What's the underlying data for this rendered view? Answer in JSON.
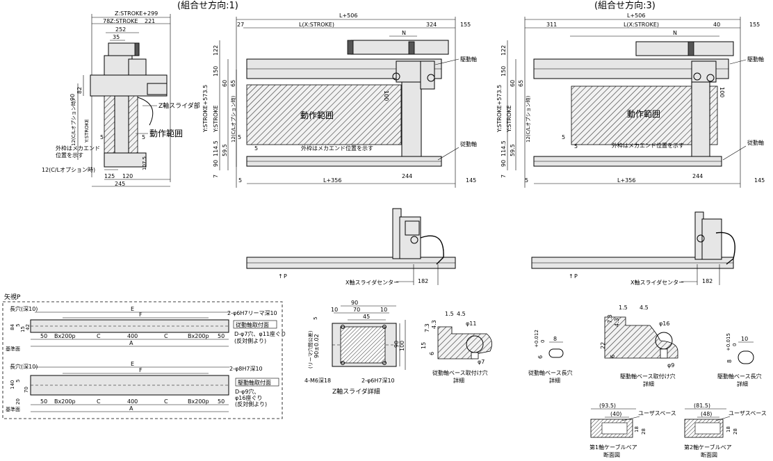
{
  "view_titles": {
    "dir1": "(組合せ方向:1)",
    "dir3": "(組合せ方向:3)"
  },
  "left_view": {
    "dims_top": [
      "Z:STROKE+299",
      "78Z:STROKE",
      "221",
      "252",
      "35"
    ],
    "dims_side": [
      "90",
      "82",
      "12(C/Lオプション時)",
      "Y:STROKE",
      "5",
      "107.5"
    ],
    "dims_bottom": [
      "125",
      "120",
      "245"
    ],
    "notes": [
      "Z軸スライダ部",
      "動作範囲",
      "外枠はメカエンド",
      "位置を示す",
      "12(C/Lオプション時)"
    ]
  },
  "dir1_view": {
    "dims_top": [
      "L+506",
      "27",
      "L(X:STROKE)",
      "324",
      "155",
      "N"
    ],
    "dims_left": [
      "122",
      "150",
      "Y:STROKE+573.5",
      "Y:STROKE",
      "60",
      "65",
      "12(C/Lオプション時)",
      "5",
      "114.5",
      "59.5",
      "90",
      "7",
      "100"
    ],
    "dims_bottom": [
      "5",
      "L+356",
      "244",
      "145",
      "5",
      "5"
    ],
    "labels": [
      "駆動軸",
      "動作範囲",
      "外枠はメカエンド位置を示す",
      "従動軸"
    ]
  },
  "dir3_view": {
    "dims_top": [
      "L+506",
      "311",
      "L(X:STROKE)",
      "40",
      "155",
      "N"
    ],
    "dims_left": [
      "122",
      "150",
      "Y:STROKE+573.5",
      "Y:STROKE",
      "60",
      "65",
      "12(C/Lオプション時)",
      "5",
      "114.5",
      "59.5",
      "90",
      "7",
      "100"
    ],
    "dims_bottom": [
      "5",
      "L+356",
      "244",
      "145",
      "5",
      "5"
    ],
    "labels": [
      "駆動軸",
      "動作範囲",
      "外枠はメカエンド位置を示す",
      "従動軸"
    ]
  },
  "front_views": {
    "left": {
      "arrow": "P",
      "label": "X軸スライダセンター",
      "dim": "182"
    },
    "right": {
      "arrow": "P",
      "label": "X軸スライダセンター",
      "dim": "182"
    }
  },
  "arrow_view": {
    "title": "矢視P",
    "upper": {
      "labels": [
        "長穴(深10)",
        "E",
        "F",
        "2-φ6H7リーマ深10",
        "従動軸取付面",
        "D-φ7穴、φ11座ぐり",
        "(反対側より)",
        "基準面"
      ],
      "dims": [
        "84",
        "5",
        "15",
        "42",
        "50",
        "Bx200p",
        "C",
        "400",
        "C",
        "Bx200p",
        "50",
        "A"
      ]
    },
    "lower": {
      "labels": [
        "長穴(深10)",
        "E",
        "F",
        "2-φ8H7深10",
        "駆動軸取付面",
        "D-φ9穴、",
        "φ16座ぐり",
        "(反対側より)",
        "基準面"
      ],
      "dims": [
        "140",
        "5",
        "20",
        "70",
        "50",
        "Bx200p",
        "C",
        "400",
        "C",
        "Bx200p",
        "50",
        "A"
      ]
    }
  },
  "z_slider_detail": {
    "dims": [
      "90",
      "70",
      "45",
      "10",
      "10",
      "5",
      "90",
      "100",
      "90±0.02",
      "(リーマ穴間公差)"
    ],
    "labels": [
      "4-M6深18",
      "2-φ6H7深10",
      "Z軸スライダ詳細"
    ]
  },
  "driven_base_hole": {
    "dims": [
      "1.5",
      "4.5",
      "7.3",
      "4.3",
      "φ11",
      "15",
      "6",
      "φ7"
    ],
    "caption": [
      "従動軸ベース取付け穴",
      "詳細"
    ]
  },
  "driven_slot": {
    "dims": [
      "8",
      "6",
      "+0.012",
      "0"
    ],
    "caption": [
      "従動軸ベース長穴",
      "詳細"
    ]
  },
  "drive_base_hole": {
    "dims": [
      "1.5",
      "4.5",
      "7.3",
      "4.3",
      "φ16",
      "22",
      "6",
      "φ9"
    ],
    "caption": [
      "駆動軸ベース取付け穴",
      "詳細"
    ]
  },
  "drive_slot": {
    "dims": [
      "10",
      "8",
      "+0.015",
      "0"
    ],
    "caption": [
      "駆動軸ベース長穴",
      "詳細"
    ]
  },
  "cable1": {
    "dims": [
      "(93.5)",
      "(40)",
      "18",
      "28"
    ],
    "labels": [
      "ユーザスペース"
    ],
    "caption": [
      "第1軸ケーブルベア",
      "断面図"
    ]
  },
  "cable2": {
    "dims": [
      "(81.5)",
      "(48)",
      "18",
      "28"
    ],
    "labels": [
      "ユーザスペース"
    ],
    "caption": [
      "第2軸ケーブルベア",
      "断面図"
    ]
  }
}
